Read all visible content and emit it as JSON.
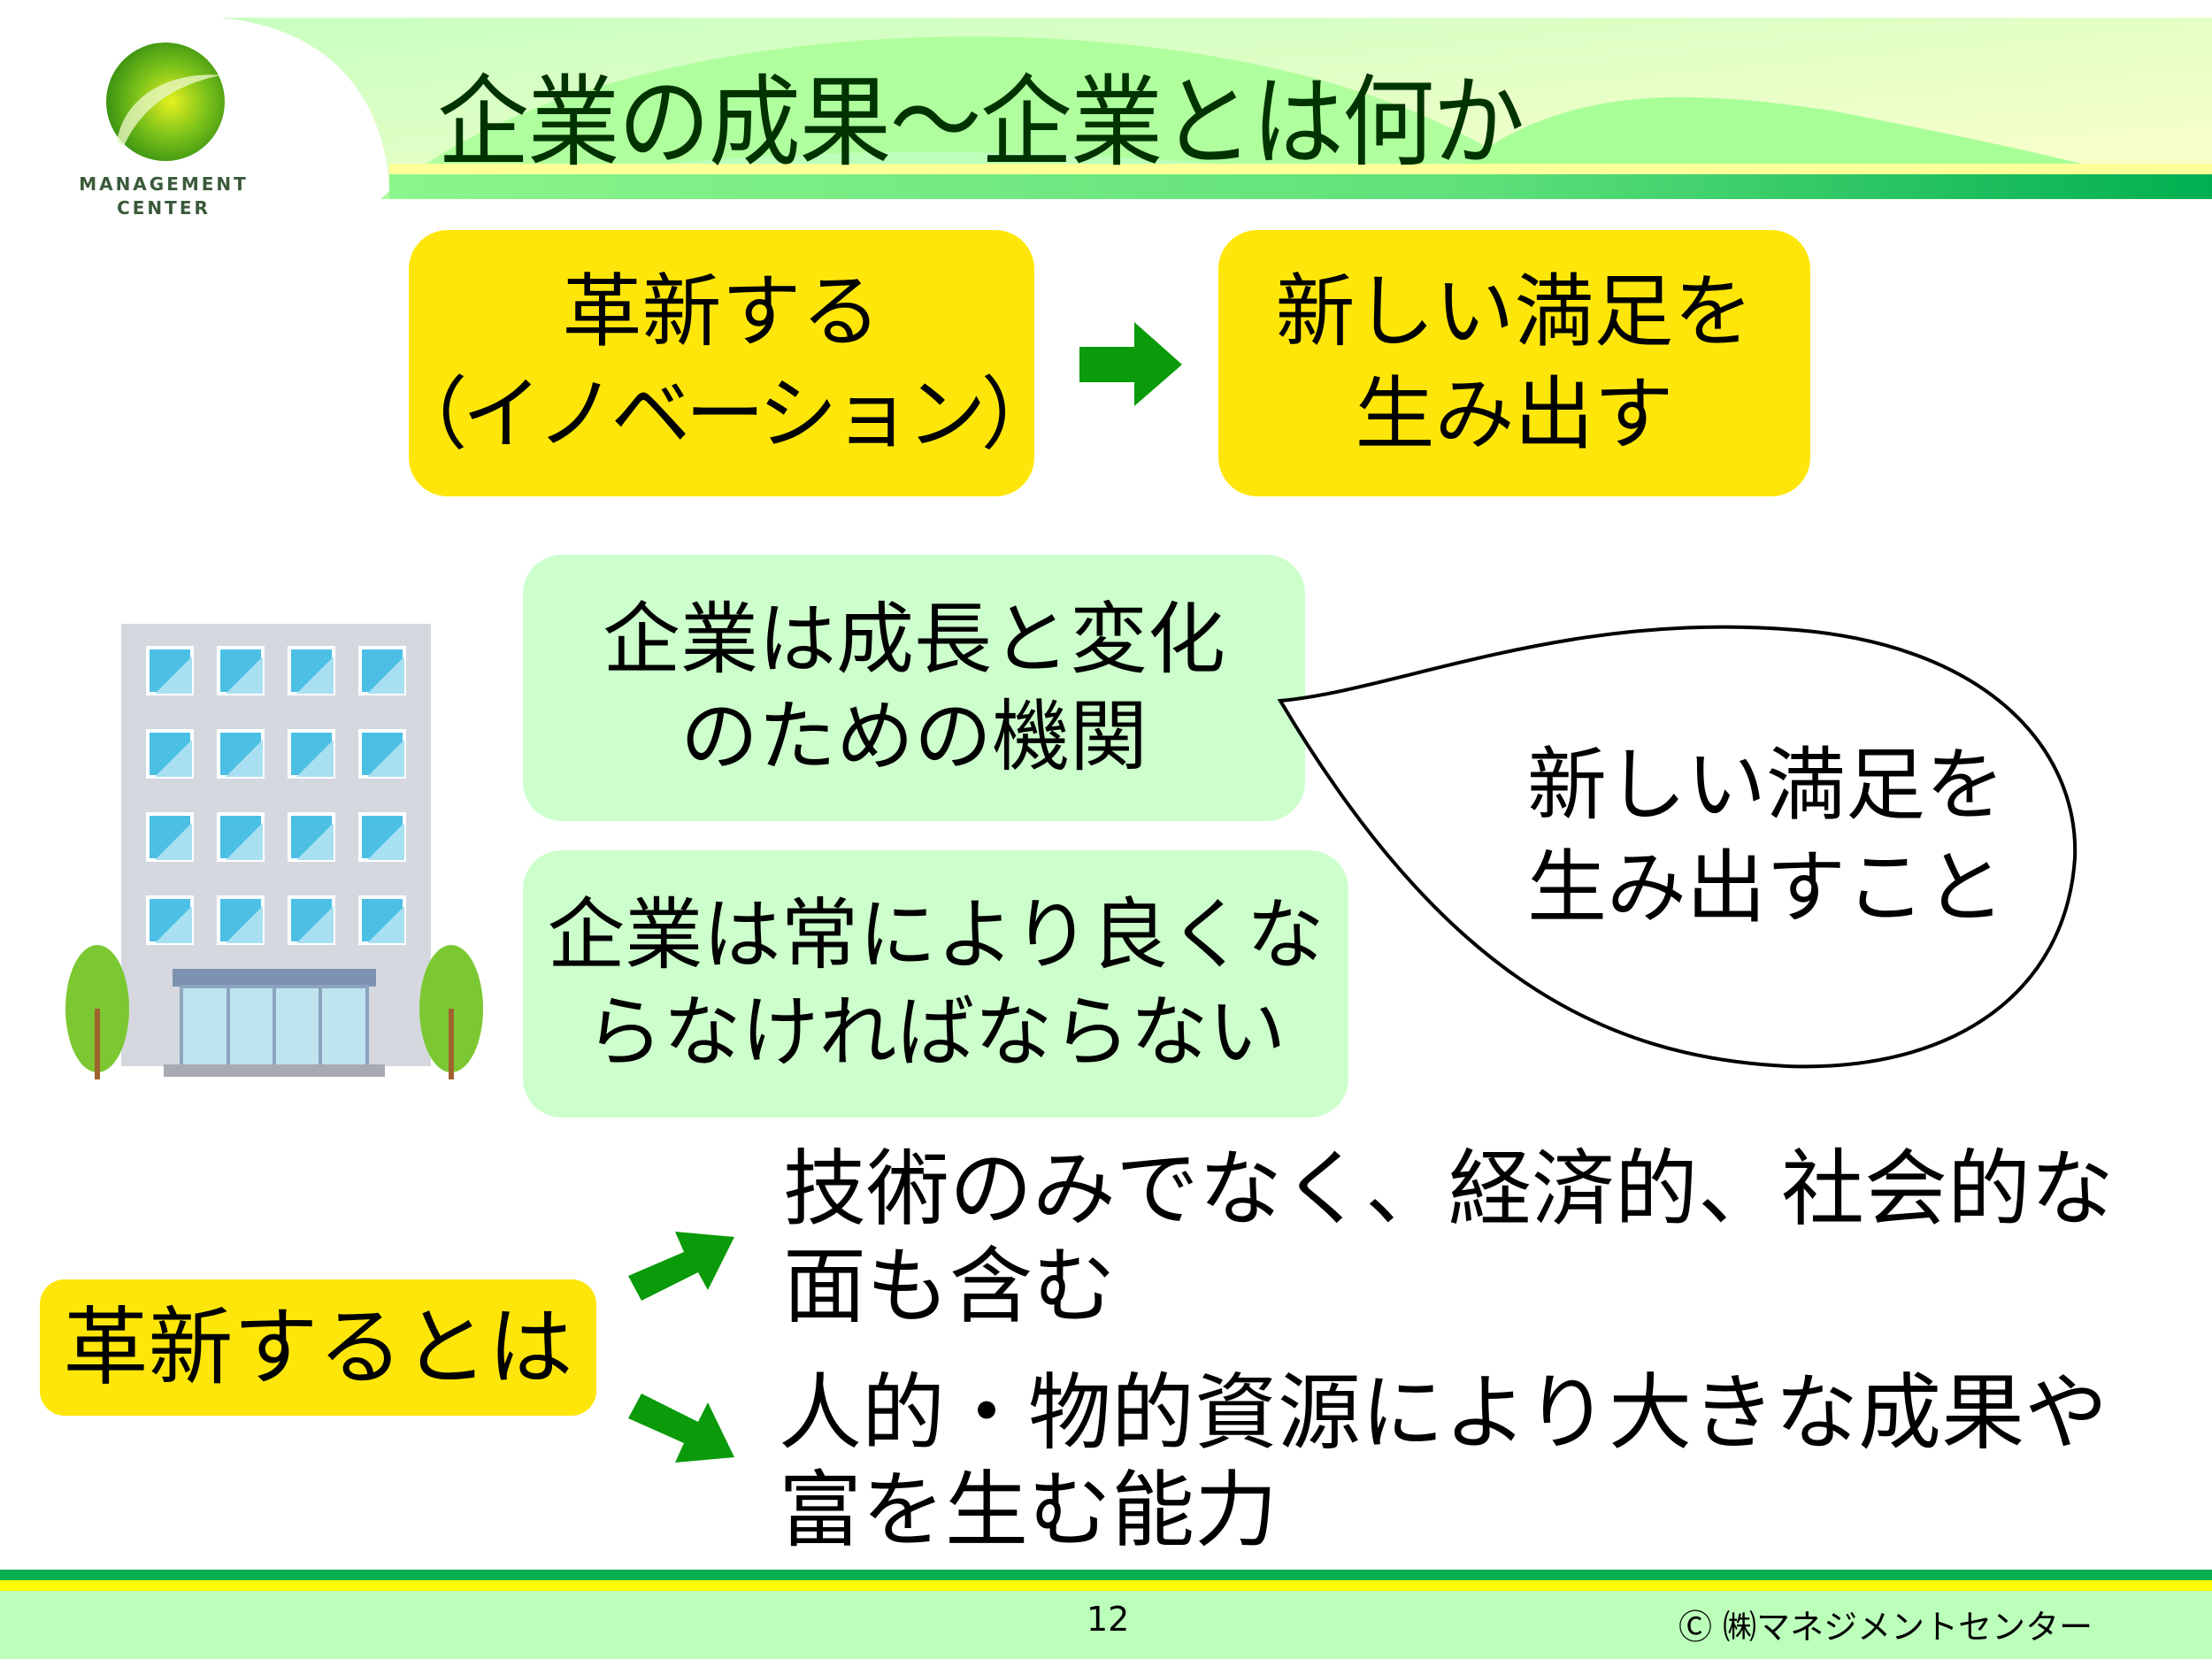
{
  "logo": {
    "line1": "MANAGEMENT",
    "line2": "CENTER"
  },
  "title": "企業の成果～企業とは何か",
  "top_boxes": {
    "innovate": [
      "革新する",
      "（イノベーション）"
    ],
    "result": [
      "新しい満足を",
      "生み出す"
    ]
  },
  "middle_boxes": {
    "org": [
      "企業は成長と変化",
      "のための機関"
    ],
    "better": [
      "企業は常により良くな",
      "らなければならない"
    ]
  },
  "speech_bubble": [
    "新しい満足を",
    "生み出すこと"
  ],
  "bottom": {
    "label": "革新するとは",
    "point1": [
      "技術のみでなく、経済的、社会的な",
      "面も含む"
    ],
    "point2": [
      "人的・物的資源により大きな成果や",
      "富を生む能力"
    ]
  },
  "footer": {
    "page_number": "12",
    "copyright": "Ⓒ ㈱マネジメントセンター"
  },
  "colors": {
    "title": "#003300",
    "yellow_box": "#FFE60A",
    "green_box": "#CCFFCC",
    "arrow": "#0A9A0A",
    "footer_green": "#08B050"
  }
}
